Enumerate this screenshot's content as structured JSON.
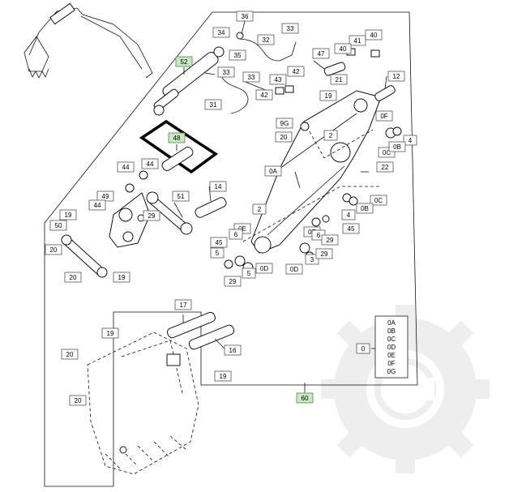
{
  "diagram": {
    "callouts": [
      {
        "text": "36"
      },
      {
        "text": "34"
      },
      {
        "text": "35"
      },
      {
        "text": "32"
      },
      {
        "text": "33"
      },
      {
        "text": "52"
      },
      {
        "text": "33"
      },
      {
        "text": "31"
      },
      {
        "text": "33"
      },
      {
        "text": "43"
      },
      {
        "text": "42"
      },
      {
        "text": "42"
      },
      {
        "text": "47"
      },
      {
        "text": "41"
      },
      {
        "text": "40"
      },
      {
        "text": "40"
      },
      {
        "text": "21"
      },
      {
        "text": "12"
      },
      {
        "text": "19"
      },
      {
        "text": "9G"
      },
      {
        "text": "20"
      },
      {
        "text": "0F"
      },
      {
        "text": "2"
      },
      {
        "text": "0C"
      },
      {
        "text": "4"
      },
      {
        "text": "0B"
      },
      {
        "text": "22"
      },
      {
        "text": "48"
      },
      {
        "text": "44"
      },
      {
        "text": "44"
      },
      {
        "text": "0A"
      },
      {
        "text": "14"
      },
      {
        "text": "49"
      },
      {
        "text": "51"
      },
      {
        "text": "44"
      },
      {
        "text": "0C"
      },
      {
        "text": "0B"
      },
      {
        "text": "4"
      },
      {
        "text": "19"
      },
      {
        "text": "29"
      },
      {
        "text": "2"
      },
      {
        "text": "50"
      },
      {
        "text": "0E"
      },
      {
        "text": "45"
      },
      {
        "text": "6"
      },
      {
        "text": "0E"
      },
      {
        "text": "6"
      },
      {
        "text": "29"
      },
      {
        "text": "20"
      },
      {
        "text": "45"
      },
      {
        "text": "3"
      },
      {
        "text": "0D"
      },
      {
        "text": "29"
      },
      {
        "text": "5"
      },
      {
        "text": "0D"
      },
      {
        "text": "20"
      },
      {
        "text": "19"
      },
      {
        "text": "29"
      },
      {
        "text": "5"
      },
      {
        "text": "17"
      },
      {
        "text": "19"
      },
      {
        "text": "20"
      },
      {
        "text": "16"
      },
      {
        "text": "19"
      },
      {
        "text": "20"
      },
      {
        "text": "60"
      },
      {
        "text": "0"
      }
    ],
    "legend": {
      "items": [
        "0A",
        "0B",
        "0C",
        "0D",
        "0E",
        "0F",
        "0G"
      ]
    },
    "highlighted_part": "48"
  }
}
